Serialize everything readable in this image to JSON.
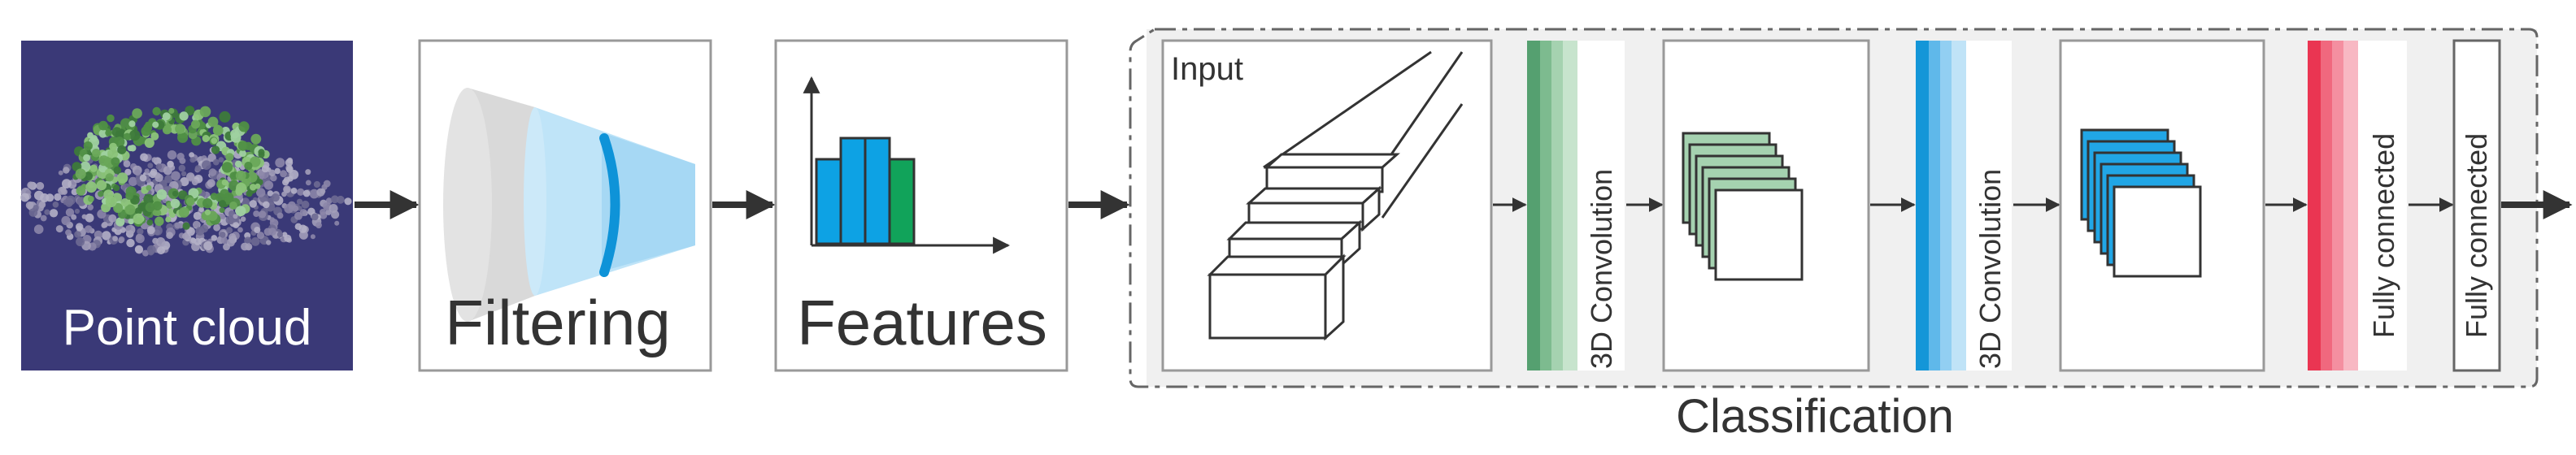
{
  "labels": {
    "point_cloud": "Point cloud",
    "filtering": "Filtering",
    "features": "Features",
    "input": "Input",
    "conv1": "3D Convolution",
    "conv2": "3D Convolution",
    "fc1": "Fully connected",
    "fc2": "Fully connected",
    "classification": "Classification"
  },
  "colors": {
    "point_cloud_bg": "#3c3a78",
    "panel_bg": "#eeeeee",
    "green_dark": "#55a070",
    "green_light": "#b8dfc0",
    "blue_dark": "#1496d8",
    "blue_light": "#b6ddf6",
    "red_dark": "#ea3552",
    "red_light": "#f7b4c0",
    "histogram_blue": "#0da2e4",
    "histogram_green": "#11a35a",
    "arrow": "#333333"
  },
  "icons": {
    "filtering": "frustum-filter-icon",
    "features": "histogram-icon",
    "input": "voxel-columns-icon",
    "feature_maps_green": "stacked-feature-maps-icon",
    "feature_maps_blue": "stacked-feature-maps-icon"
  }
}
